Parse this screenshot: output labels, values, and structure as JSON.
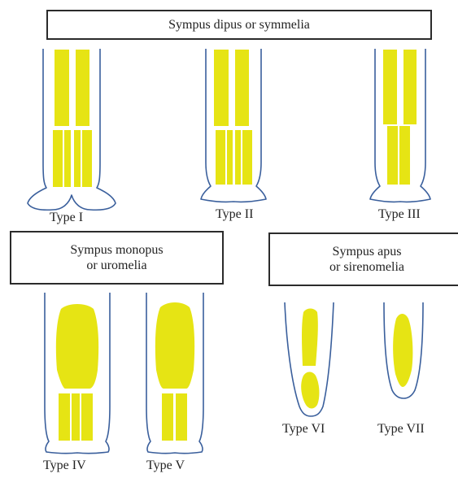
{
  "headings": {
    "top": "Sympus dipus or symmelia",
    "left_line1": "Sympus monopus",
    "left_line2": "or uromelia",
    "right_line1": "Sympus apus",
    "right_line2": "or sirenomelia"
  },
  "types": [
    "Type I",
    "Type II",
    "Type III",
    "Type IV",
    "Type V",
    "Type VI",
    "Type VII"
  ],
  "colors": {
    "bone": "#e6e414",
    "outline": "#3a5f9c",
    "box_border": "#2b2b2b"
  }
}
